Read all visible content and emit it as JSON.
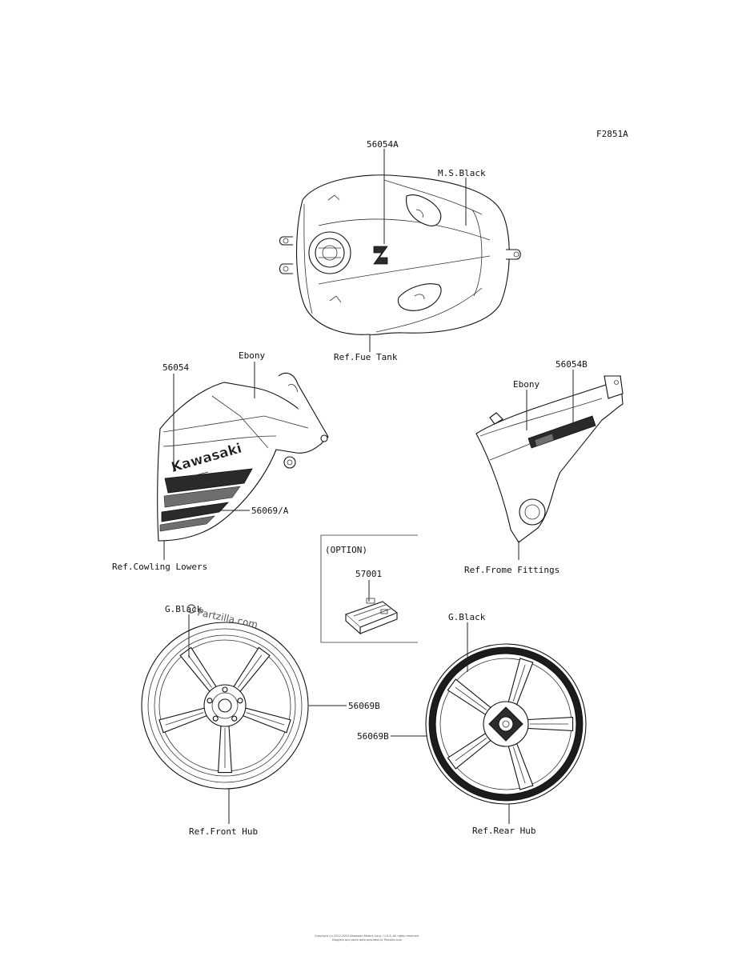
{
  "diagram_code": "F2851A",
  "labels": {
    "tank_part": "56054A",
    "tank_color": "M.S.Black",
    "tank_ref": "Ref.Fue  Tank",
    "cowl_part": "56054",
    "cowl_color": "Ebony",
    "cowl_stripe": "56069/A",
    "cowl_ref": "Ref.Cowling Lowers",
    "cowl_logo": "Kawasaki",
    "frame_part": "56054B",
    "frame_color": "Ebony",
    "frame_ref": "Ref.Frome Fittings",
    "option_title": "(OPTION)",
    "option_part": "57001",
    "front_color": "G.Black",
    "front_part": "56069B",
    "front_ref": "Ref.Front Hub",
    "rear_color": "G.Black",
    "rear_part": "56069B",
    "rear_ref": "Ref.Rear Hub"
  },
  "watermark": "Partzilla.com",
  "copyright": [
    "Copyright (c) 2012-2019 Kawasaki Motors Corp., U.S.A. All rights reserved.",
    "Diagram and parts data provided by Partzilla.com"
  ]
}
